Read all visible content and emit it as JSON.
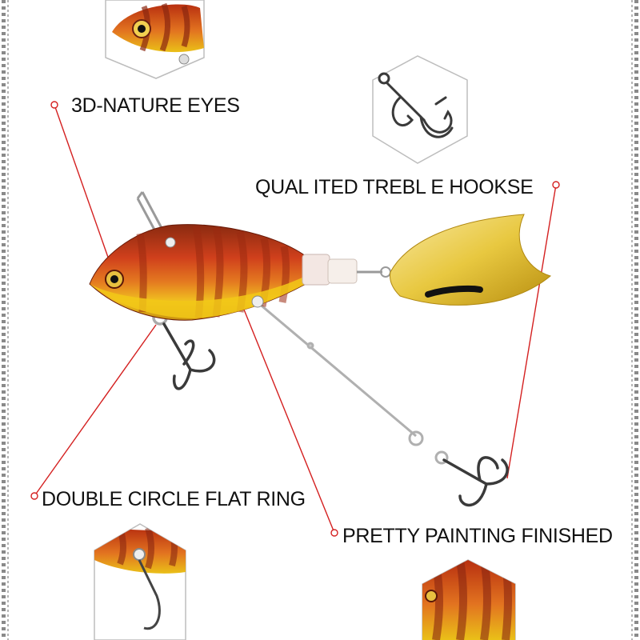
{
  "callouts": {
    "eyes": "3D-NATURE EYES",
    "hooks": "QUAL ITED TREBL E HOOKSE",
    "ring": "DOUBLE CIRCLE FLAT RING",
    "painting": "PRETTY PAINTING FINISHED"
  },
  "colors": {
    "callout_line": "#d42020",
    "border": "#8a8a8a",
    "lure_red": "#c0351a",
    "lure_gold": "#e8c020"
  }
}
